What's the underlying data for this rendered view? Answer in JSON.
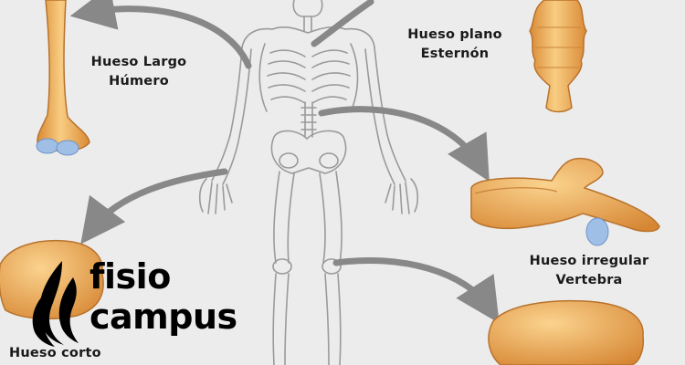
{
  "labels": {
    "long_bone": {
      "type": "Hueso Largo",
      "example": "Húmero"
    },
    "flat_bone": {
      "type": "Hueso plano",
      "example": "Esternón"
    },
    "irregular_bone": {
      "type": "Hueso irregular",
      "example": "Vertebra"
    },
    "short_bone": {
      "type": "Hueso corto"
    }
  },
  "brand": {
    "line1": "fisio",
    "line2": "campus"
  },
  "colors": {
    "background": "#ececec",
    "bone_fill": "#f2b866",
    "bone_dark": "#d98a36",
    "cartilage": "#9fbfe6",
    "skeleton_stroke": "#9a9a9a",
    "arrow": "#888888",
    "brand": "#000000"
  }
}
